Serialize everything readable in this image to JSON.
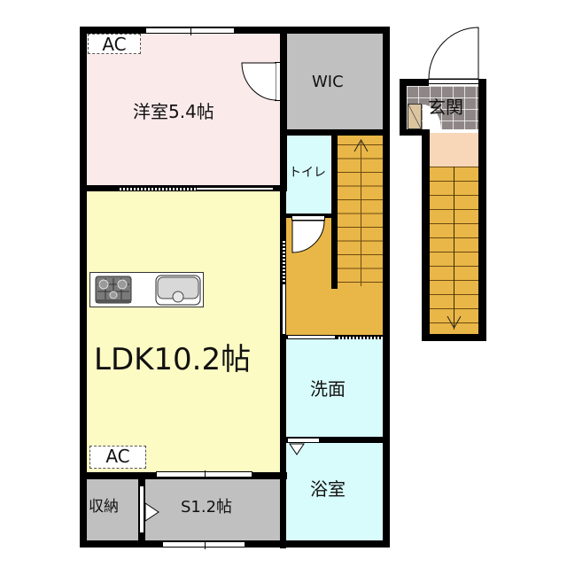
{
  "floor_plan": {
    "colors": {
      "western_room": "#fbeaea",
      "ldk": "#fdfbc4",
      "wic": "#c0c0c0",
      "storage": "#c0c0c0",
      "water_rooms": "#d8fbfb",
      "stairs": "#e9b648",
      "entrance_hall": "#f8d7b8",
      "entrance_tile": "#8f8787",
      "shoe_box": "#dcc49e",
      "wall": "#000000"
    },
    "rooms": {
      "western_room": {
        "label": "洋室5.4帖"
      },
      "wic": {
        "label": "WIC"
      },
      "toilet": {
        "label": "トイレ"
      },
      "ldk": {
        "label": "LDK10.2帖"
      },
      "washroom": {
        "label": "洗面"
      },
      "bathroom": {
        "label": "浴室"
      },
      "storage": {
        "label": "収納"
      },
      "service_room": {
        "label": "S1.2帖"
      },
      "entrance": {
        "label": "玄関"
      }
    },
    "ac_units": [
      {
        "label": "AC",
        "location": "western_room"
      },
      {
        "label": "AC",
        "location": "ldk"
      }
    ],
    "kitchen": {
      "stove": "gas-stove-icon",
      "sink": "sink-icon"
    },
    "stairs": {
      "upper_direction": "up",
      "entrance_direction": "down"
    }
  }
}
